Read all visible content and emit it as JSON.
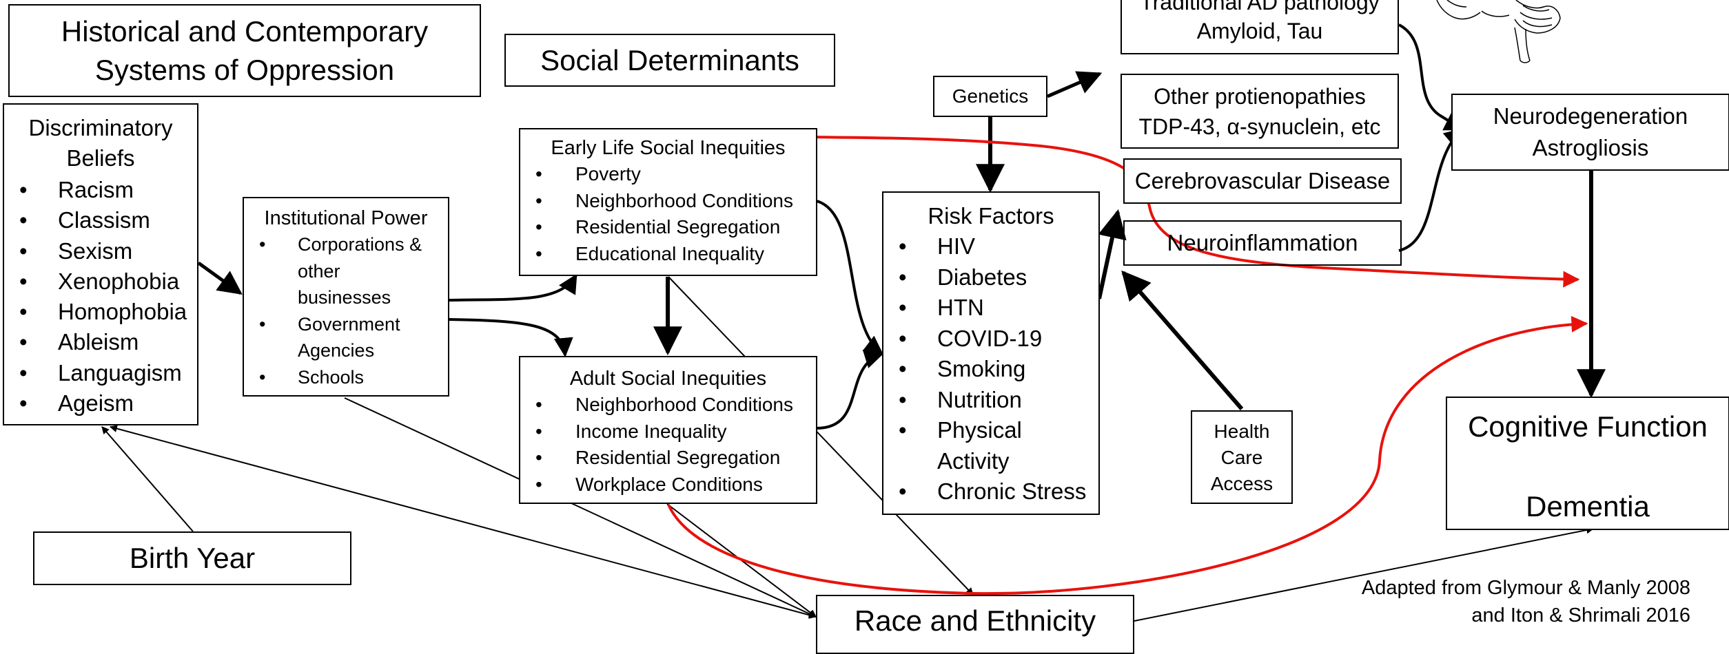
{
  "diagram": {
    "oppression": {
      "line1": "Historical and Contemporary",
      "line2": "Systems of Oppression"
    },
    "social_determinants": "Social Determinants",
    "discriminatory_beliefs": {
      "title_line1": "Discriminatory",
      "title_line2": "Beliefs",
      "items": [
        "Racism",
        "Classism",
        "Sexism",
        "Xenophobia",
        "Homophobia",
        "Ableism",
        "Languagism",
        "Ageism"
      ]
    },
    "institutional_power": {
      "title": "Institutional Power",
      "items": [
        {
          "l1": "Corporations &",
          "l2": "other",
          "l3": "businesses"
        },
        {
          "l1": "Government",
          "l2": "Agencies"
        },
        {
          "l1": "Schools"
        }
      ]
    },
    "early_life": {
      "title": "Early Life Social Inequities",
      "items": [
        "Poverty",
        "Neighborhood Conditions",
        "Residential Segregation",
        "Educational Inequality"
      ]
    },
    "adult": {
      "title": "Adult Social Inequities",
      "items": [
        "Neighborhood Conditions",
        "Income Inequality",
        "Residential Segregation",
        "Workplace Conditions"
      ]
    },
    "genetics": "Genetics",
    "risk_factors": {
      "title": "Risk Factors",
      "items": [
        "HIV",
        "Diabetes",
        "HTN",
        "COVID-19",
        "Smoking",
        "Nutrition",
        "Physical",
        "Activity",
        "Chronic Stress"
      ]
    },
    "traditional_ad": {
      "line1": "Traditional AD pathology",
      "line2": "Amyloid, Tau"
    },
    "other_prot": {
      "line1": "Other protienopathies",
      "line2": "TDP-43, α-synuclein, etc"
    },
    "cerebrovascular": "Cerebrovascular Disease",
    "neuroinflammation": "Neuroinflammation",
    "neurodegeneration": {
      "line1": "Neurodegeneration",
      "line2": "Astrogliosis"
    },
    "cognitive": {
      "line1": "Cognitive Function",
      "line2": "Dementia"
    },
    "health_care": {
      "line1": "Health",
      "line2": "Care",
      "line3": "Access"
    },
    "birth_year": "Birth Year",
    "race": "Race and Ethnicity",
    "citation": {
      "line1": "Adapted from Glymour & Manly 2008",
      "line2": "and Iton & Shrimali 2016"
    }
  },
  "colors": {
    "line": "#000000",
    "highlight": "#e8120c"
  },
  "icons": {
    "brain": "brain-illustration"
  }
}
